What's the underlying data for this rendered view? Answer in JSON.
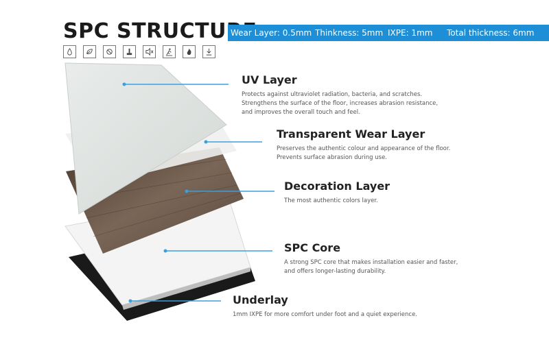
{
  "title": "SPC STRUCTURE",
  "specs": {
    "wear": "Wear Layer: 0.5mm",
    "thickness": "Thinkness: 5mm",
    "ixpe": "IXPE: 1mm",
    "total": "Total thickness: 6mm"
  },
  "colors": {
    "accent": "#1e8fd6",
    "line": "#3aa0e0"
  },
  "icons": [
    "waterproof-icon",
    "eco-icon",
    "anti-bacterial-icon",
    "wear-resistant-icon",
    "soundproof-icon",
    "anti-slip-icon",
    "fire-resistant-icon",
    "easy-install-icon"
  ],
  "layers": [
    {
      "name": "UV Layer",
      "desc1": "Protects against ultraviolet radiation, bacteria, and scratches.",
      "desc2": "Strengthens the surface of the floor, increases abrasion resistance,",
      "desc3": "and improves the overall touch and feel."
    },
    {
      "name": "Transparent Wear Layer",
      "desc1": "Preserves the authentic colour and appearance of the floor.",
      "desc2": "Prevents surface abrasion during use."
    },
    {
      "name": "Decoration Layer",
      "desc1": "The most authentic colors layer."
    },
    {
      "name": "SPC Core",
      "desc1": "A strong SPC core that makes installation easier and faster,",
      "desc2": "and offers longer-lasting durability."
    },
    {
      "name": "Underlay",
      "desc1": "1mm IXPE for more comfort under foot and a quiet experience."
    }
  ]
}
